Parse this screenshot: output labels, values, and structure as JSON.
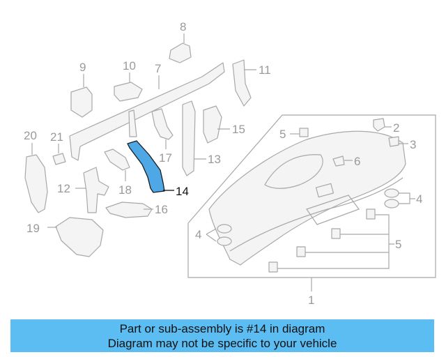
{
  "diagram": {
    "highlighted_part": "14",
    "highlight_color": "#4fa8e6",
    "callouts": {
      "c1": "1",
      "c2": "2",
      "c3": "3",
      "c4a": "4",
      "c4b": "4",
      "c5a": "5",
      "c5b": "5",
      "c6": "6",
      "c7": "7",
      "c8": "8",
      "c9": "9",
      "c10": "10",
      "c11": "11",
      "c12": "12",
      "c13": "13",
      "c14": "14",
      "c15": "15",
      "c16": "16",
      "c17": "17",
      "c18": "18",
      "c19": "19",
      "c20": "20",
      "c21": "21"
    }
  },
  "banner": {
    "line1": "Part or sub-assembly is #14 in diagram",
    "line2": "Diagram may not be specific to your vehicle",
    "color": "#5bbdf2"
  }
}
